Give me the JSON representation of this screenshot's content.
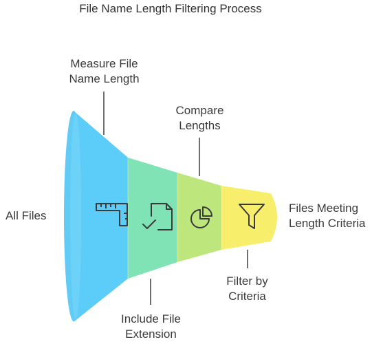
{
  "title": "File Name Length Filtering Process",
  "input_label": "All Files",
  "output_label": {
    "line1": "Files Meeting",
    "line2": "Length Criteria"
  },
  "stages": [
    {
      "line1": "Measure File",
      "line2": "Name Length",
      "icon": "ruler-icon",
      "color": "#5bcdf8",
      "label_position": "top"
    },
    {
      "line1": "Include File",
      "line2": "Extension",
      "icon": "file-check-icon",
      "color": "#7fe3b6",
      "label_position": "bottom"
    },
    {
      "line1": "Compare",
      "line2": "Lengths",
      "icon": "pie-chart-icon",
      "color": "#bde77c",
      "label_position": "top"
    },
    {
      "line1": "Filter by",
      "line2": "Criteria",
      "icon": "funnel-icon",
      "color": "#f7ee6b",
      "label_position": "bottom"
    }
  ]
}
